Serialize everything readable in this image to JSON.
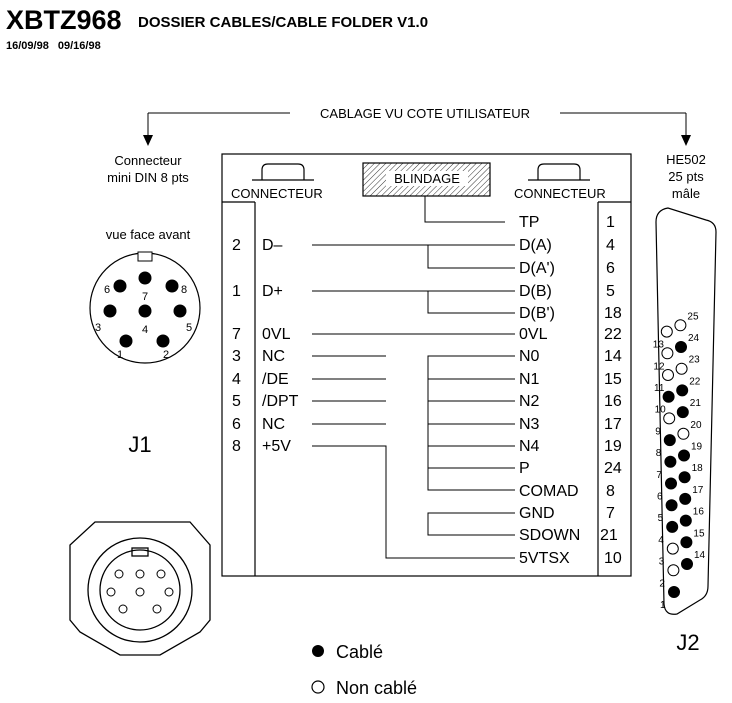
{
  "header": {
    "model": "XBTZ968",
    "folder_title": "DOSSIER CABLES/CABLE FOLDER V1.0",
    "dates": "16/09/98   09/16/98"
  },
  "banner": "CABLAGE VU COTE UTILISATEUR",
  "left_connector": {
    "title_line1": "Connecteur",
    "title_line2": "mini DIN 8 pts",
    "view_label": "vue face avant",
    "name": "J1",
    "pin_labels": [
      "6",
      "7",
      "8",
      "3",
      "4",
      "5",
      "1",
      "2"
    ]
  },
  "right_connector": {
    "title_line1": "HE502",
    "title_line2": "25 pts",
    "title_line3": "mâle",
    "name": "J2",
    "pin_labels": [
      "1",
      "2",
      "3",
      "4",
      "5",
      "6",
      "7",
      "8",
      "9",
      "10",
      "11",
      "12",
      "13",
      "14",
      "15",
      "16",
      "17",
      "18",
      "19",
      "20",
      "21",
      "22",
      "23",
      "24",
      "25"
    ]
  },
  "box": {
    "left_header": "CONNECTEUR",
    "shield_label": "BLINDAGE",
    "right_header": "CONNECTEUR"
  },
  "left_pins": [
    {
      "pin": "2",
      "signal": "D–"
    },
    {
      "pin": "1",
      "signal": "D+"
    },
    {
      "pin": "7",
      "signal": "0VL"
    },
    {
      "pin": "3",
      "signal": "NC"
    },
    {
      "pin": "4",
      "signal": "/DE"
    },
    {
      "pin": "5",
      "signal": "/DPT"
    },
    {
      "pin": "6",
      "signal": "NC"
    },
    {
      "pin": "8",
      "signal": "+5V"
    }
  ],
  "right_pins": [
    {
      "signal": "TP",
      "pin": "1"
    },
    {
      "signal": "D(A)",
      "pin": "4"
    },
    {
      "signal": "D(A')",
      "pin": "6"
    },
    {
      "signal": "D(B)",
      "pin": "5"
    },
    {
      "signal": "D(B')",
      "pin": "18"
    },
    {
      "signal": "0VL",
      "pin": "22"
    },
    {
      "signal": "N0",
      "pin": "14"
    },
    {
      "signal": "N1",
      "pin": "15"
    },
    {
      "signal": "N2",
      "pin": "16"
    },
    {
      "signal": "N3",
      "pin": "17"
    },
    {
      "signal": "N4",
      "pin": "19"
    },
    {
      "signal": "P",
      "pin": "24"
    },
    {
      "signal": "COMAD",
      "pin": "8"
    },
    {
      "signal": "GND",
      "pin": "7"
    },
    {
      "signal": "SDOWN",
      "pin": "21"
    },
    {
      "signal": "5VTSX",
      "pin": "10"
    }
  ],
  "legend": {
    "wired": "Cablé",
    "not_wired": "Non cablé"
  }
}
